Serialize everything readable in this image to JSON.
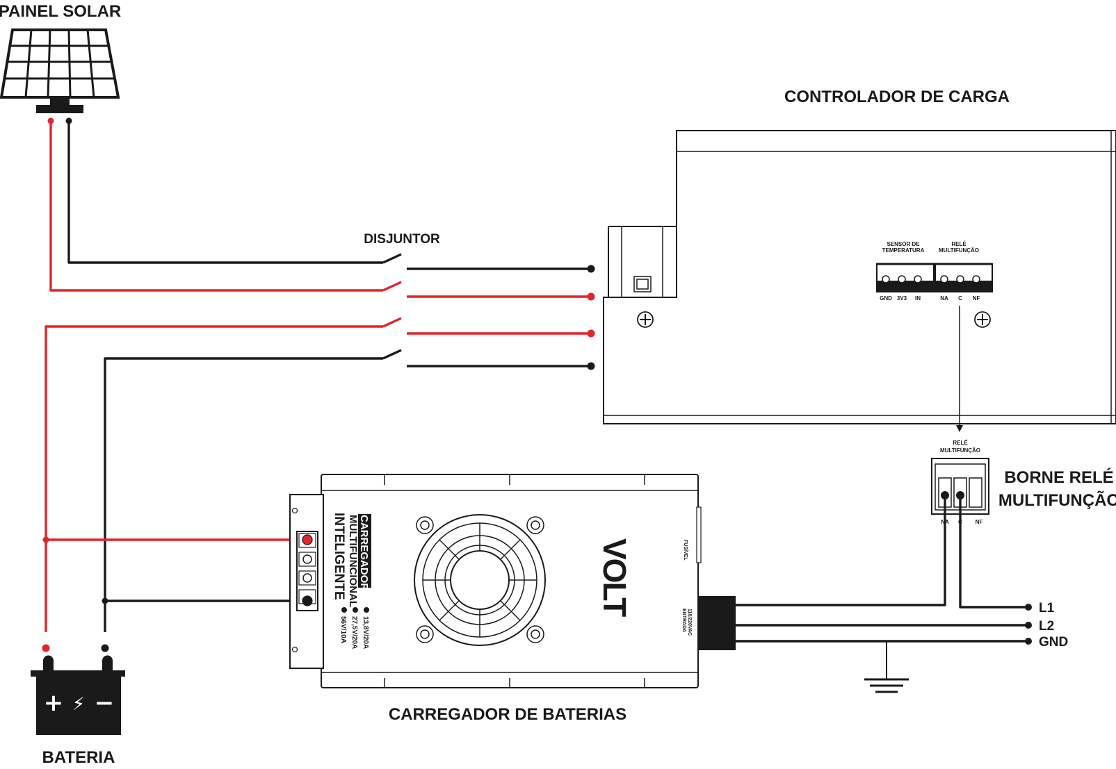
{
  "labels": {
    "solar_panel": "PAINEL SOLAR",
    "charge_controller": "CONTROLADOR DE CARGA",
    "breaker": "DISJUNTOR",
    "battery_charger": "CARREGADOR DE BATERIAS",
    "battery": "BATERIA",
    "relay_terminal_line1": "BORNE RELÉ",
    "relay_terminal_line2": "MULTIFUNÇÃO"
  },
  "controller": {
    "temp_sensor_line1": "SENSOR DE",
    "temp_sensor_line2": "TEMPERATURA",
    "relay_line1": "RELÉ",
    "relay_line2": "MULTIFUNÇÃO",
    "pins": [
      "GND",
      "3V3",
      "IN",
      "NA",
      "C",
      "NF"
    ]
  },
  "relay_block": {
    "title_line1": "RELÉ",
    "title_line2": "MULTIFUNÇÃO",
    "pins": [
      "NA",
      "C",
      "NF"
    ]
  },
  "charger": {
    "brand": "VOLT",
    "name_line1": "CARREGADOR",
    "name_line2": "MULTIFUNCIONAL",
    "name_line3": "INTELIGENTE",
    "spec_1": "13,8V/20A",
    "spec_2": "27,5V/20A",
    "spec_3": "56V/10A",
    "fuse": "FUSÍVEL",
    "input_line1": "ENTRADA",
    "input_line2": "110/220VAC"
  },
  "mains": {
    "l1": "L1",
    "l2": "L2",
    "gnd": "GND"
  },
  "battery_symbols": {
    "plus": "+",
    "bolt": "⚡",
    "minus": "−"
  },
  "colors": {
    "positive_wire": "#e3242b",
    "negative_wire": "#1a1a1a"
  }
}
